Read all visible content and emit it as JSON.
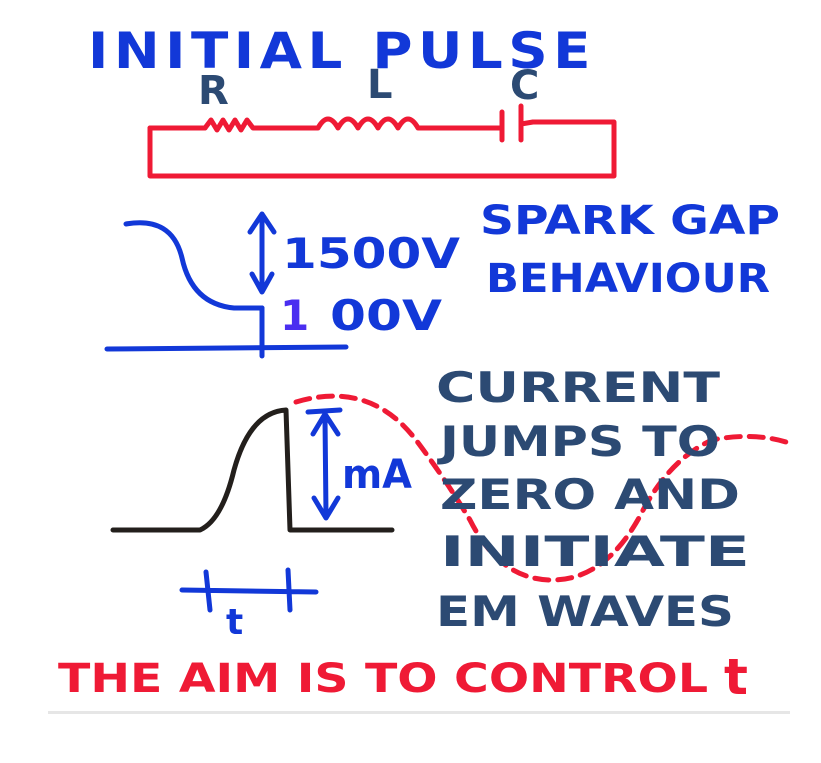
{
  "title": "INITIAL PULSE",
  "circuit": {
    "r": "R",
    "l": "L",
    "c": "C"
  },
  "spark": {
    "voltage_top": "1500V",
    "voltage_bottom_prefix": "1",
    "voltage_bottom_rest": "00V",
    "label_line1": "SPARK GAP",
    "label_line2": "BEHAVIOUR"
  },
  "current": {
    "unit": "mA",
    "time_label": "t",
    "text_lines": [
      "CURRENT",
      "JUMPS TO",
      "ZERO AND",
      "INITIATE",
      "EM WAVES"
    ]
  },
  "footer": {
    "text": "THE AIM IS TO CONTROL",
    "t": "t"
  },
  "colors": {
    "blue": "#1238d8",
    "red": "#ef1a35",
    "black": "#231f1c",
    "slate": "#2c4a73",
    "violet": "#4a2ef0"
  }
}
